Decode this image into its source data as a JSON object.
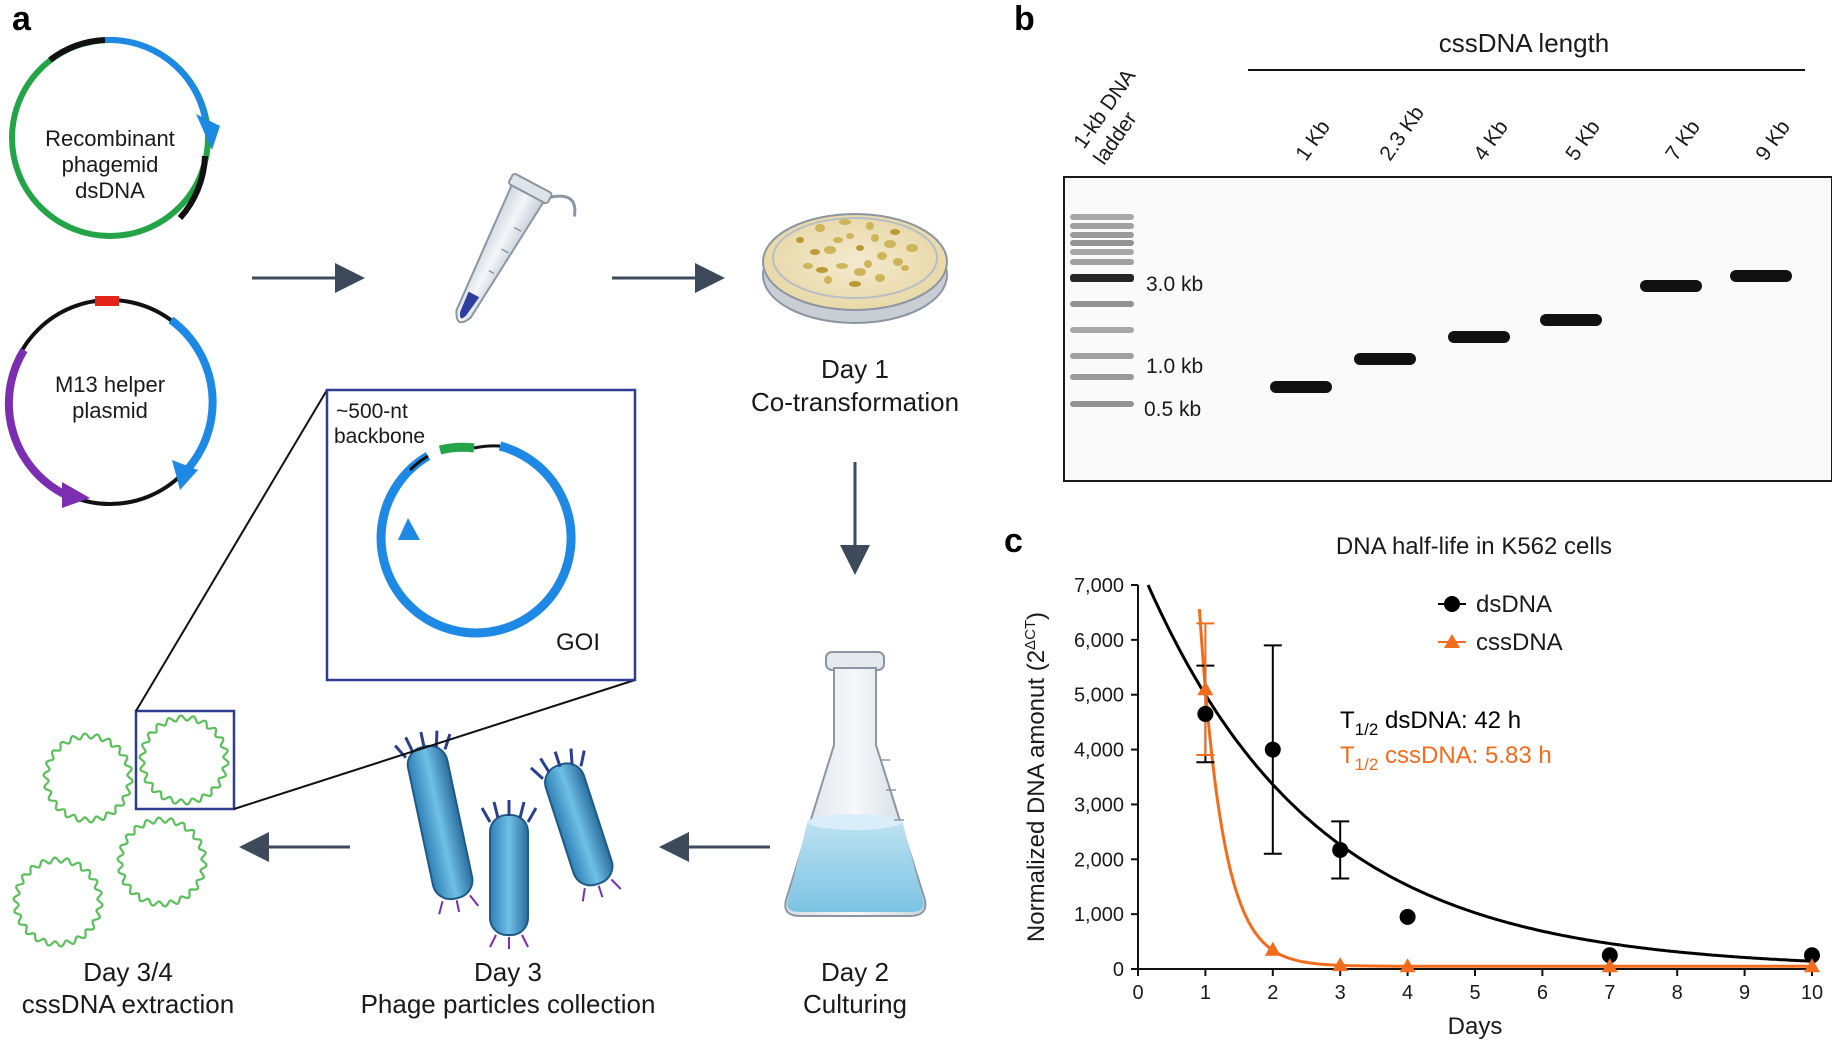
{
  "panels": {
    "a": "a",
    "b": "b",
    "c": "c"
  },
  "panel_a": {
    "phagemid": [
      "Recombinant",
      "phagemid",
      "dsDNA"
    ],
    "helper": [
      "M13 helper",
      "plasmid"
    ],
    "inset_backbone": [
      "~500-nt",
      "backbone"
    ],
    "inset_goi": "GOI",
    "day1": [
      "Day 1",
      "Co-transformation"
    ],
    "day2": [
      "Day 2",
      "Culturing"
    ],
    "day3": [
      "Day 3",
      "Phage particles collection"
    ],
    "day34": [
      "Day 3/4",
      "cssDNA extraction"
    ]
  },
  "panel_b": {
    "header": "cssDNA length",
    "ladder_label": [
      "1-kb DNA",
      "ladder"
    ],
    "lanes": [
      "1 Kb",
      "2.3 Kb",
      "4 Kb",
      "5 Kb",
      "7 Kb",
      "9 Kb"
    ],
    "markers": [
      "3.0 kb",
      "1.0 kb",
      "0.5 kb"
    ]
  },
  "chart_data": {
    "type": "scatter",
    "title": "DNA half-life in K562 cells",
    "xlabel": "Days",
    "ylabel": "Normalized DNA amonut (2",
    "ylabel_sup": "ΔCT",
    "ylabel_end": ")",
    "xlim": [
      0,
      10
    ],
    "ylim": [
      0,
      7000
    ],
    "xticks": [
      "0",
      "1",
      "2",
      "3",
      "4",
      "5",
      "6",
      "7",
      "8",
      "9",
      "10"
    ],
    "yticks": [
      "0",
      "1,000",
      "2,000",
      "3,000",
      "4,000",
      "5,000",
      "6,000",
      "7,000"
    ],
    "series": [
      {
        "name": "dsDNA",
        "color": "#000000",
        "marker": "circle",
        "x": [
          1,
          2,
          3,
          4,
          7,
          10
        ],
        "y": [
          4650,
          4000,
          2170,
          950,
          250,
          250
        ],
        "err": [
          880,
          1900,
          520,
          0,
          0,
          0
        ],
        "half_life_hours": 42,
        "annotation": "dsDNA: 42 h"
      },
      {
        "name": "cssDNA",
        "color": "#f26c1d",
        "marker": "triangle",
        "x": [
          1,
          2,
          3,
          4,
          7,
          10
        ],
        "y": [
          5100,
          350,
          70,
          50,
          50,
          50
        ],
        "err": [
          1200,
          0,
          0,
          0,
          0,
          0
        ],
        "half_life_hours": 5.83,
        "annotation": "cssDNA: 5.83 h"
      }
    ],
    "annotation_prefix": "T",
    "annotation_sub": "1/2",
    "legend_position": "top-right"
  }
}
